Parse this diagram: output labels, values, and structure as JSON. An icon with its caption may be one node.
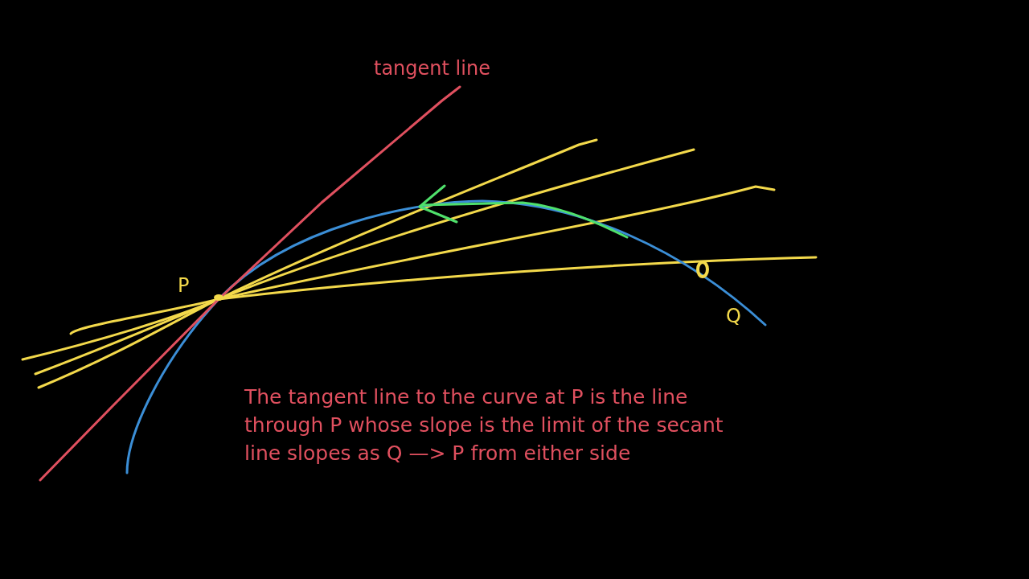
{
  "diagram": {
    "labels": [
      "tangent line",
      "P",
      "Q",
      "The tangent line to the curve at P is the line through P whose slope is the limit of the secant line slopes as Q —> P from either side"
    ]
  }
}
